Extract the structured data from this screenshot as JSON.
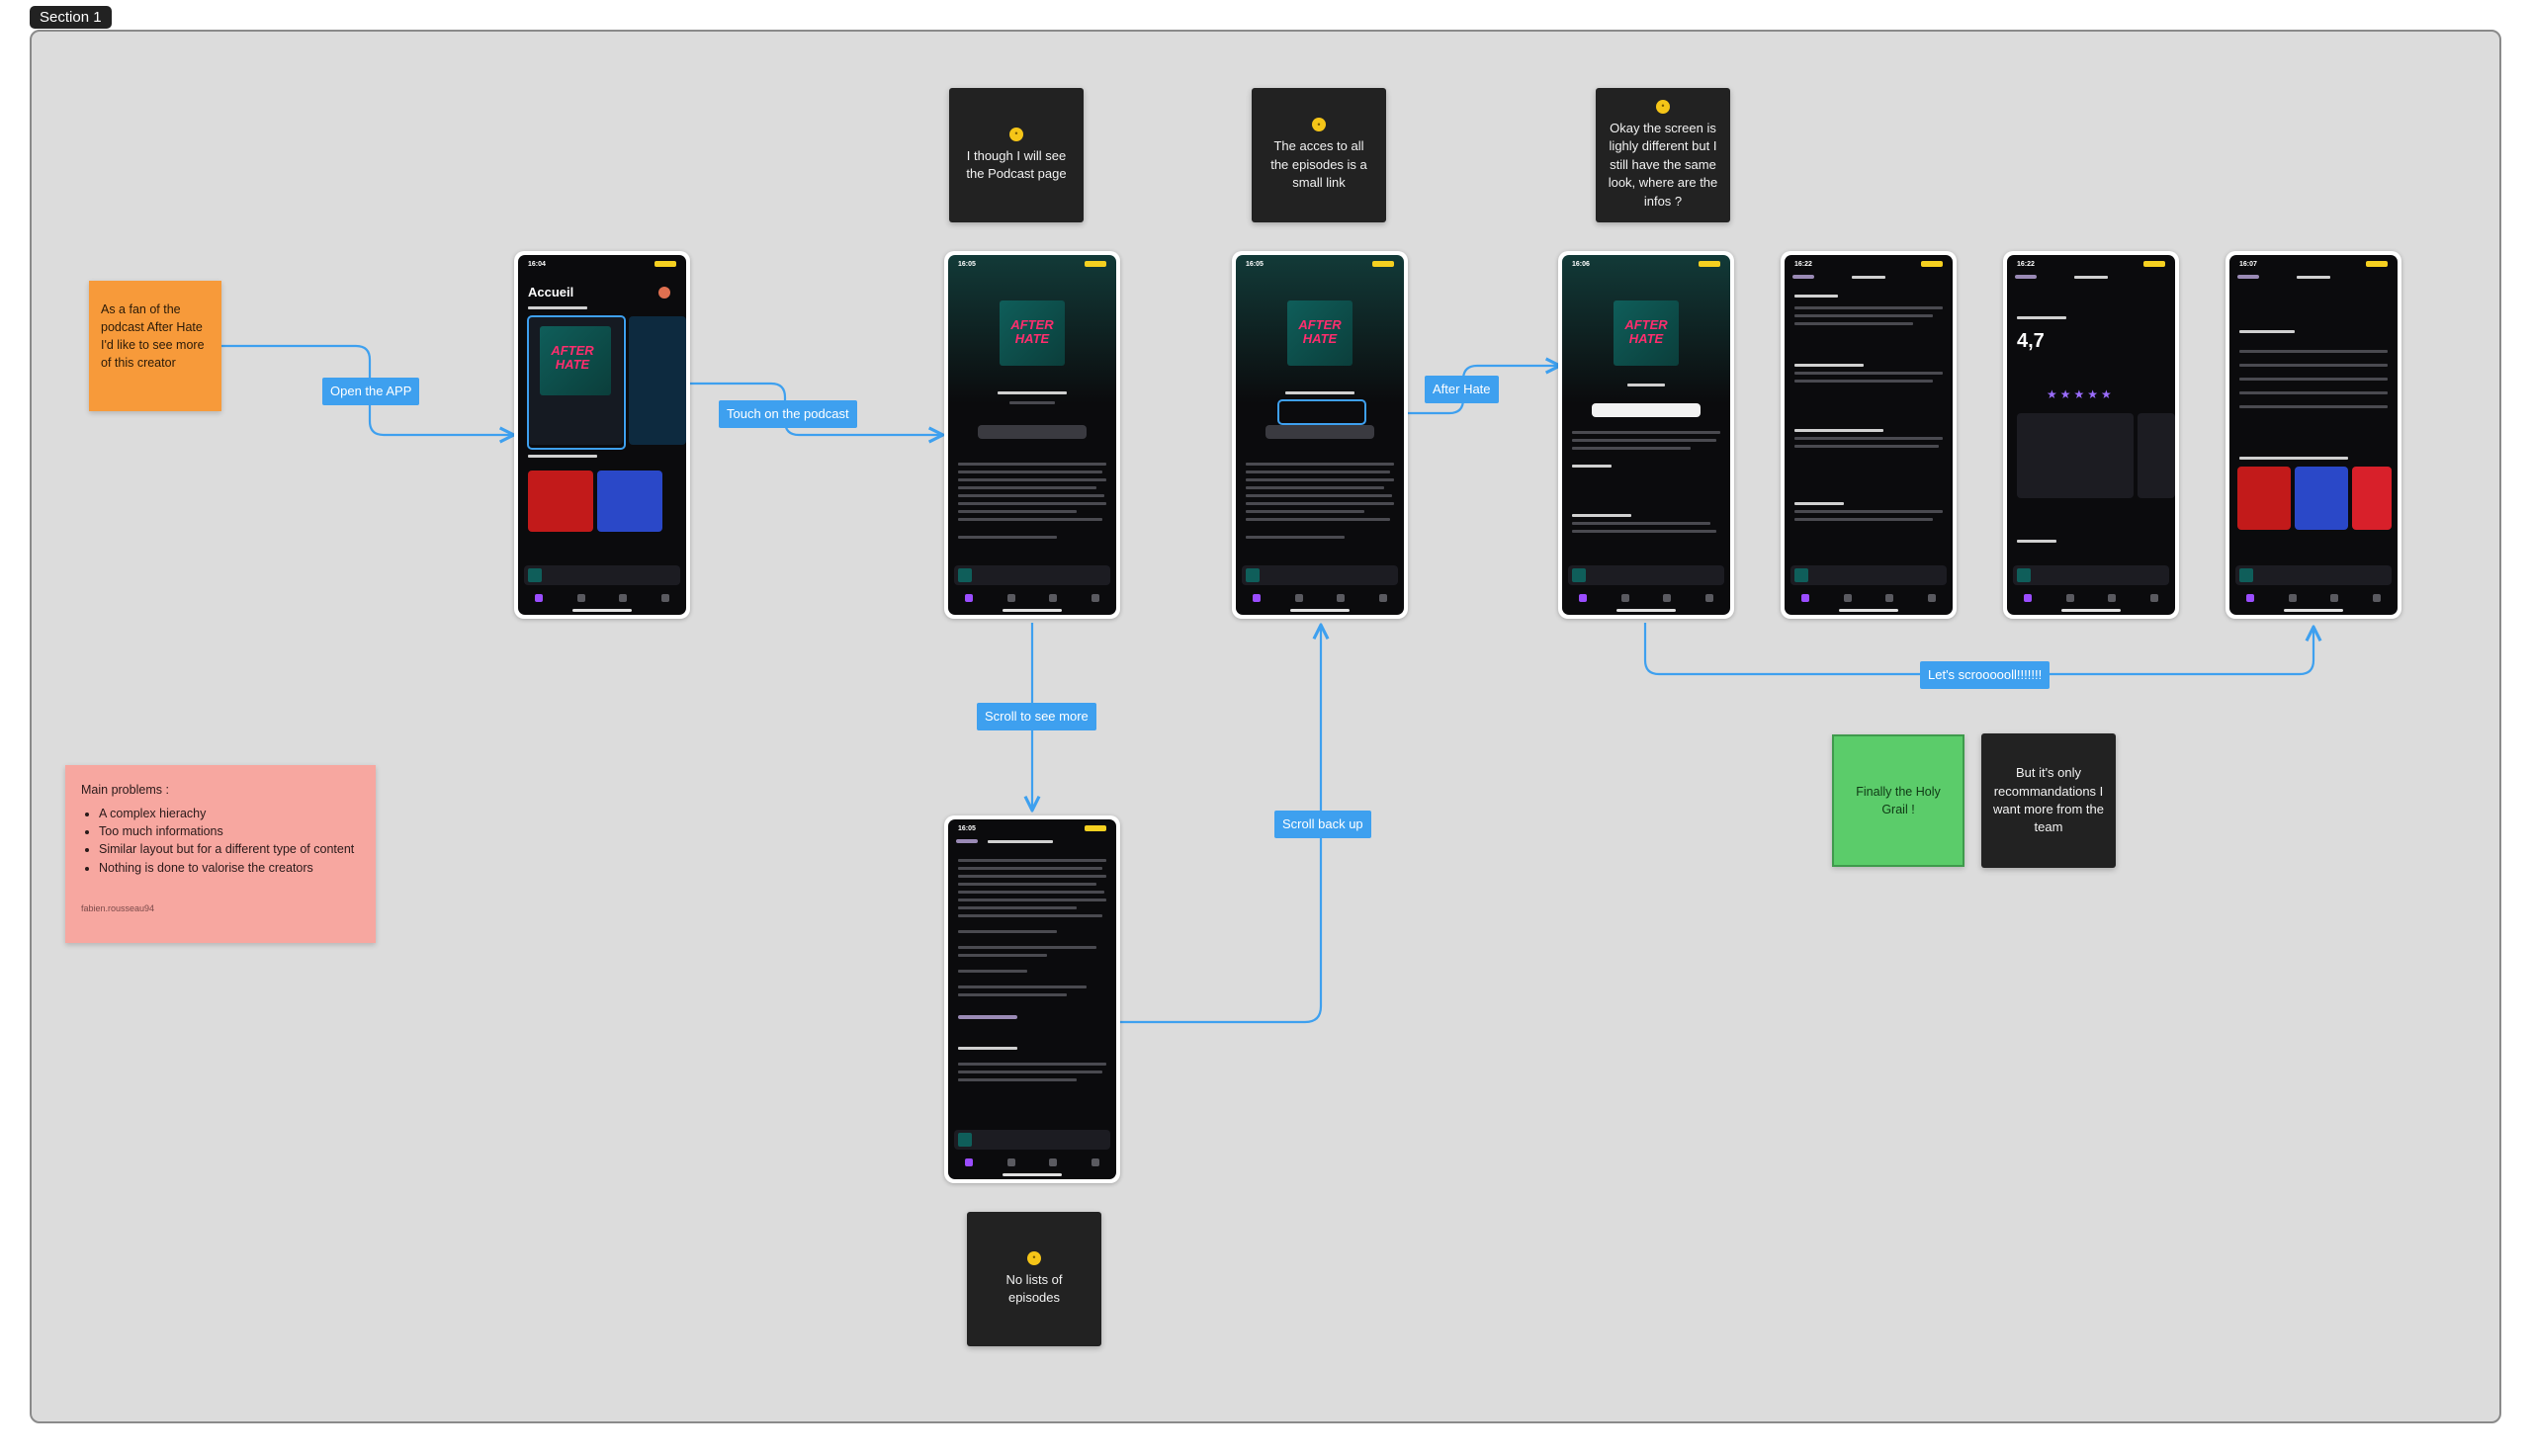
{
  "section": {
    "title": "Section 1"
  },
  "stickies": {
    "fan": "As a fan of the podcast After Hate I'd like to see more of this creator",
    "problems": {
      "title": "Main problems :",
      "items": [
        "A complex hierachy",
        "Too much informations",
        "Similar layout but for a different type of content",
        "Nothing is done to valorise the creators"
      ],
      "author": "fabien.rousseau94"
    },
    "holy_grail": "Finally the Holy Grail !"
  },
  "notes": {
    "podcast_page": "I though I will see the Podcast page",
    "small_link": "The acces to all the episodes is a small link",
    "same_look": "Okay the screen is lighly different but I still have the same look, where are the infos ?",
    "no_lists": "No lists of episodes",
    "recommandations": "But it's only recommandations I want more from the team"
  },
  "labels": {
    "open_app": "Open the APP",
    "touch_podcast": "Touch on the podcast",
    "scroll_more": "Scroll to see more",
    "scroll_back": "Scroll back up",
    "after_hate": "After Hate",
    "lets_scroll": "Let's scroooooll!!!!!!!"
  },
  "screens": {
    "home": {
      "time": "16:04",
      "title": "Accueil",
      "cover": "AFTER HATE"
    },
    "episode": {
      "time": "16:05",
      "cover": "AFTER HATE"
    },
    "episode_link": {
      "time": "16:05",
      "cover": "AFTER HATE"
    },
    "episode_scrolled": {
      "time": "16:05"
    },
    "podcast": {
      "time": "16:06",
      "cover": "AFTER HATE"
    },
    "episodes_list": {
      "time": "16:22"
    },
    "ratings": {
      "time": "16:22",
      "rating": "4,7"
    },
    "info": {
      "time": "16:07"
    }
  }
}
